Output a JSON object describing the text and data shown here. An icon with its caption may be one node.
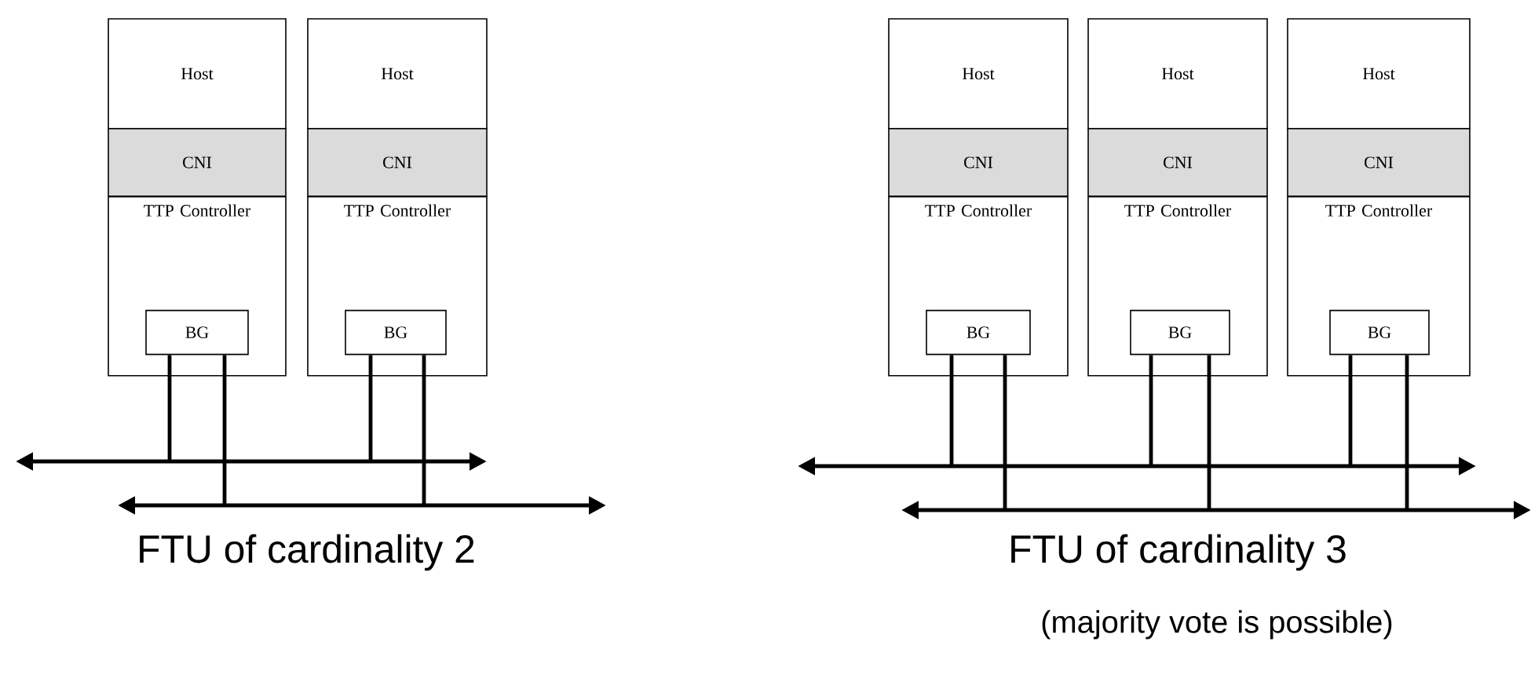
{
  "diagram": {
    "nodes": [
      {
        "text": [
          "Host"
        ]
      },
      {
        "text": [
          "CNI"
        ]
      },
      {
        "text": [
          "TTP Controller"
        ]
      },
      {
        "text": [
          "BG"
        ],
        "in": 2
      },
      {
        "text": [
          "Host"
        ]
      },
      {
        "text": [
          "CNI"
        ]
      },
      {
        "text": [
          "TTP Controller"
        ]
      },
      {
        "text": [
          "BG"
        ],
        "in": 6
      },
      {
        "text": [],
        "shape": "bar"
      },
      {
        "text": [],
        "shape": "bar"
      },
      {
        "text": [
          "Host"
        ]
      },
      {
        "text": [
          "CNI"
        ]
      },
      {
        "text": [
          "TTP Controller"
        ]
      },
      {
        "text": [
          "BG"
        ],
        "in": 12
      },
      {
        "text": [
          "Host"
        ]
      },
      {
        "text": [
          "CNI"
        ]
      },
      {
        "text": [
          "TTP Controller"
        ]
      },
      {
        "text": [
          "BG"
        ],
        "in": 16
      },
      {
        "text": [
          "Host"
        ]
      },
      {
        "text": [
          "CNI"
        ]
      },
      {
        "text": [
          "TTP Controller"
        ]
      },
      {
        "text": [
          "BG"
        ],
        "in": 20
      },
      {
        "text": [],
        "shape": "bar"
      },
      {
        "text": [],
        "shape": "bar"
      }
    ],
    "edges": [
      {
        "from": 3,
        "to": 8,
        "arrow": "none"
      },
      {
        "from": 3,
        "to": 9,
        "arrow": "none"
      },
      {
        "from": 7,
        "to": 8,
        "arrow": "none"
      },
      {
        "from": 7,
        "to": 9,
        "arrow": "none"
      },
      {
        "from": 13,
        "to": 22,
        "arrow": "none"
      },
      {
        "from": 13,
        "to": 23,
        "arrow": "none"
      },
      {
        "from": 17,
        "to": 22,
        "arrow": "none"
      },
      {
        "from": 17,
        "to": 23,
        "arrow": "none"
      },
      {
        "from": 21,
        "to": 22,
        "arrow": "none"
      },
      {
        "from": 21,
        "to": 23,
        "arrow": "none"
      }
    ],
    "labels": [
      "FTU of cardinality 2",
      "FTU of cardinality 3",
      "(majority vote is possible)"
    ]
  }
}
